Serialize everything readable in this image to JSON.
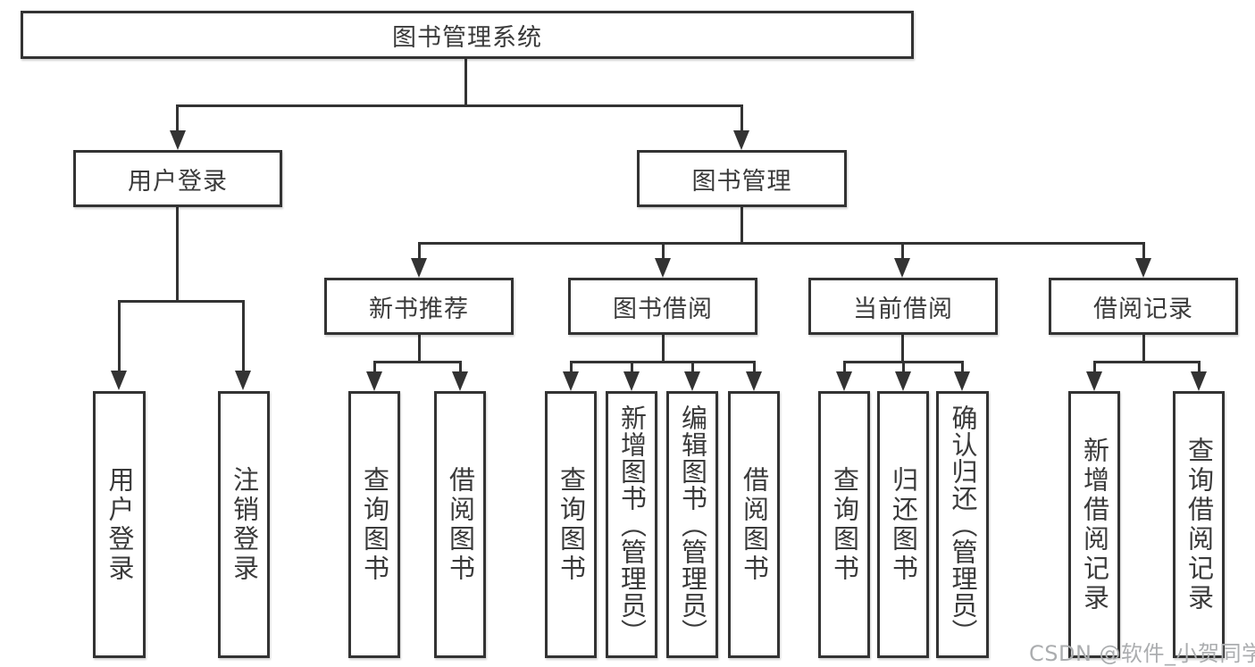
{
  "tree": {
    "root": {
      "label": "图书管理系统",
      "children": [
        {
          "label": "用户登录",
          "children": [
            {
              "label": "用户登录"
            },
            {
              "label": "注销登录"
            }
          ]
        },
        {
          "label": "图书管理",
          "children": [
            {
              "label": "新书推荐",
              "children": [
                {
                  "label": "查询图书"
                },
                {
                  "label": "借阅图书"
                }
              ]
            },
            {
              "label": "图书借阅",
              "children": [
                {
                  "label": "查询图书"
                },
                {
                  "label": "新增图书（管理员）"
                },
                {
                  "label": "编辑图书（管理员）"
                },
                {
                  "label": "借阅图书"
                }
              ]
            },
            {
              "label": "当前借阅",
              "children": [
                {
                  "label": "查询图书"
                },
                {
                  "label": "归还图书"
                },
                {
                  "label": "确认归还（管理员）"
                }
              ]
            },
            {
              "label": "借阅记录",
              "children": [
                {
                  "label": "新增借阅记录"
                },
                {
                  "label": "查询借阅记录"
                }
              ]
            }
          ]
        }
      ]
    }
  },
  "watermark": {
    "text": "CSDN @软件_小贺同学"
  },
  "colors": {
    "line": "#333333",
    "box_border": "#333333",
    "box_fill": "#ffffff",
    "text": "#3a3a3a",
    "watermark": "#abadaf",
    "background": "#ffffff"
  }
}
